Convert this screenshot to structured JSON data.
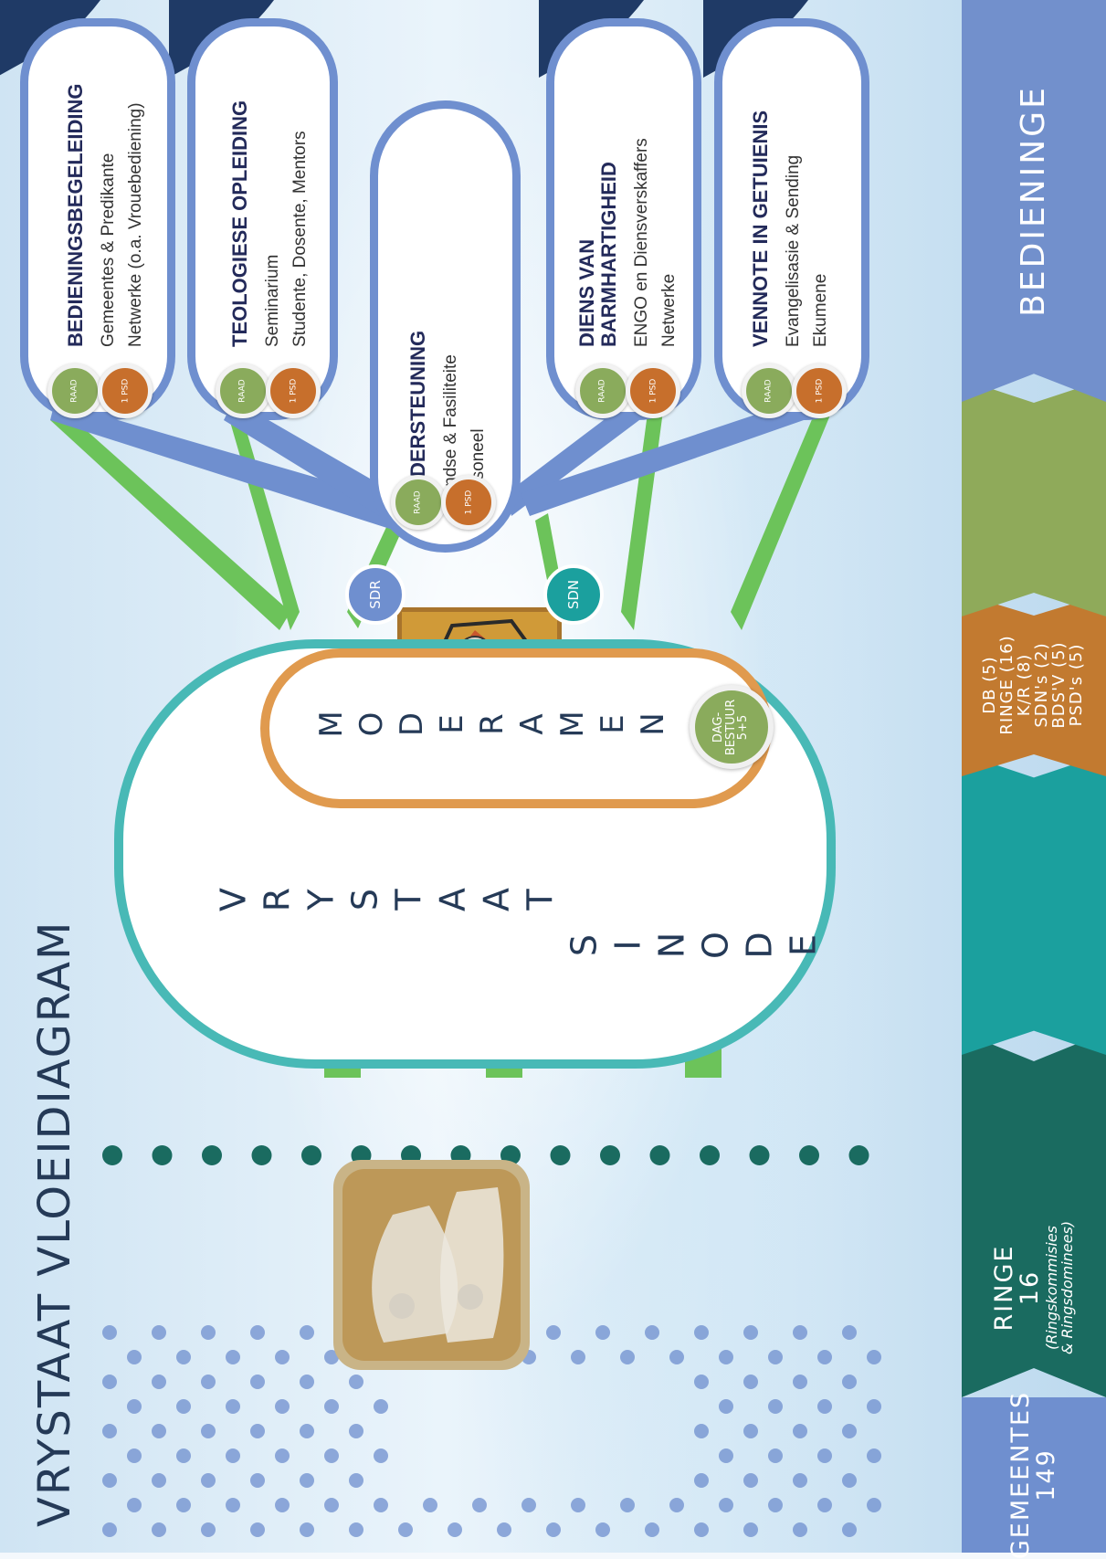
{
  "title": "VRYSTAAT VLOEIDIAGRAM",
  "strip": {
    "gemeentes": {
      "label": "GEMEENTES",
      "count": "149"
    },
    "ringe": {
      "label": "RINGE",
      "count": "16",
      "note1": "(Ringskommisies",
      "note2": "& Ringsdominees)"
    },
    "moderamen_list": [
      "DB (5)",
      "RINGE (16)",
      "K/R (8)",
      "SDN's (2)",
      "BDS'V (5)",
      "PSD's (5)"
    ],
    "bedieninge": "BEDIENINGE"
  },
  "sinode": "VRYSTAAT SINODE",
  "moderamen": "MODERAMEN",
  "dagbestuur": {
    "line1": "DAG-",
    "line2": "BESTUUR",
    "line3": "5+5"
  },
  "sdr": "SDR",
  "sdn": "SDN",
  "badges": {
    "raad": "RAAD",
    "psd": "PSD",
    "psd_num": "1"
  },
  "ministries": [
    {
      "head": "BEDIENINGSBEGELEIDING",
      "line1": "Gemeentes & Predikante",
      "line2": "Netwerke (o.a. Vrouebediening)"
    },
    {
      "head": "TEOLOGIESE OPLEIDING",
      "line1": "Seminarium",
      "line2": "Studente, Dosente, Mentors"
    },
    {
      "head": "ONDERSTEUNING",
      "line1": "Fondse & Fasiliteite",
      "line2": "Personeel"
    },
    {
      "head1": "DIENS VAN",
      "head": "BARMHARTIGHEID",
      "line1": "ENGO en Diensverskaffers",
      "line2": "Netwerke"
    },
    {
      "head": "VENNOTE IN GETUIENIS",
      "line1": "Evangelisasie & Sending",
      "line2": "Ekumene"
    }
  ],
  "colors": {
    "blue": "#6f8fcf",
    "teal": "#48b9b6",
    "orange": "#e09a4e",
    "green": "#6cc35a",
    "dark_teal": "#1a6b60"
  }
}
